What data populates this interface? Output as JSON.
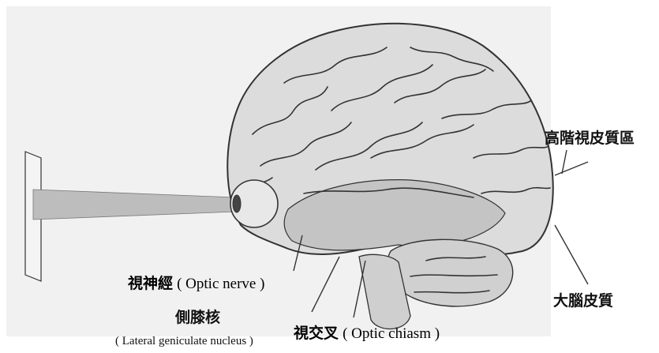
{
  "figure": {
    "colors": {
      "background": "#ffffff",
      "drawing_bg": "#f1f1f1",
      "brain_fill": "#dcdcdc",
      "brain_shade": "#c4c4c4",
      "cerebellum_fill": "#d0d0d0",
      "line": "#333333",
      "label_text": "#111111"
    },
    "labels": {
      "higher_visual_cortex": "高階視皮質區",
      "cerebral_cortex": "大腦皮質",
      "optic_nerve_zh": "視神經",
      "optic_nerve_en": "( Optic nerve )",
      "lgn_zh": "側膝核",
      "lgn_en": "( Lateral geniculate nucleus )",
      "optic_chiasm_zh": "視交叉",
      "optic_chiasm_en": "( Optic chiasm )"
    },
    "icons": [
      "brain-illustration",
      "eye-illustration",
      "visual-stimulus-card",
      "light-cone"
    ]
  }
}
